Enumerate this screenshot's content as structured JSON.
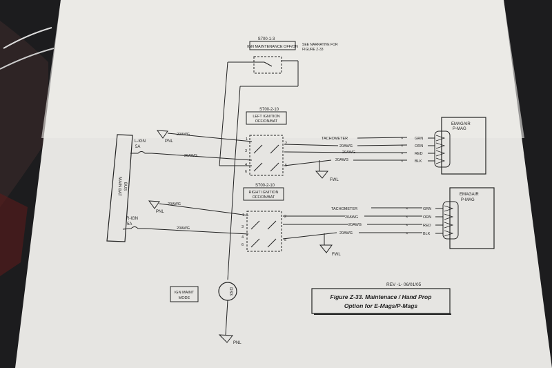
{
  "switch_top": {
    "ref": "S700-1-3",
    "label": "IGN MAINTENANCE OFF/ON",
    "note1": "SEE NARRATIVE FOR",
    "note2": "FIGURE Z-33"
  },
  "switch_left": {
    "ref": "S700-2-10",
    "line1": "LEFT IGNITION",
    "line2": "OFF/ON/BAT"
  },
  "switch_right": {
    "ref": "S700-2-10",
    "line1": "RIGHT IGNITION",
    "line2": "OFF/ON/BAT"
  },
  "bus": {
    "line1": "MAIN BAT",
    "line2": "BUS"
  },
  "breaker_left": {
    "name": "L-IGN",
    "rating": "5A"
  },
  "breaker_right": {
    "name": "R-IGN",
    "rating": "5A"
  },
  "grounds": {
    "g1": "PNL",
    "g2": "FWL",
    "g3": "PNL",
    "g4": "FWL",
    "g5": "PNL"
  },
  "wire_gauge": "20AWG",
  "tachometer": "TACHOMETER",
  "colors": {
    "grn": "GRN",
    "orn": "ORN",
    "red": "RED",
    "blk": "BLK"
  },
  "mag_upper": {
    "line1": "EMAGAIR",
    "line2": "P-MAG"
  },
  "mag_lower": {
    "line1": "EMAGAIR",
    "line2": "P-MAG"
  },
  "maint_mode": {
    "line1": "IGN MAINT",
    "line2": "MODE"
  },
  "lamp_label": "DS3",
  "rev": "REV -L- 06/01/05",
  "figure": {
    "line1": "Figure Z-33. Maintenace / Hand Prop",
    "line2": "Option for E-Mags/P-Mags"
  },
  "pins": {
    "p1": "1",
    "p2": "2",
    "p3": "3",
    "p4": "4",
    "p5": "5",
    "p6": "6"
  }
}
